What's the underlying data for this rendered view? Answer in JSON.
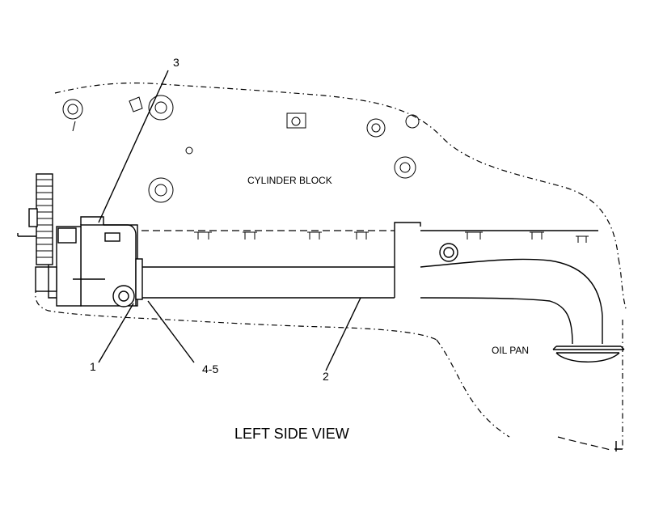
{
  "diagram": {
    "labels": {
      "cylinder_block": "CYLINDER BLOCK",
      "oil_pan": "OIL PAN",
      "view_title": "LEFT SIDE VIEW"
    },
    "callouts": {
      "c1": "1",
      "c2": "2",
      "c3": "3",
      "c45": "4-5"
    }
  }
}
